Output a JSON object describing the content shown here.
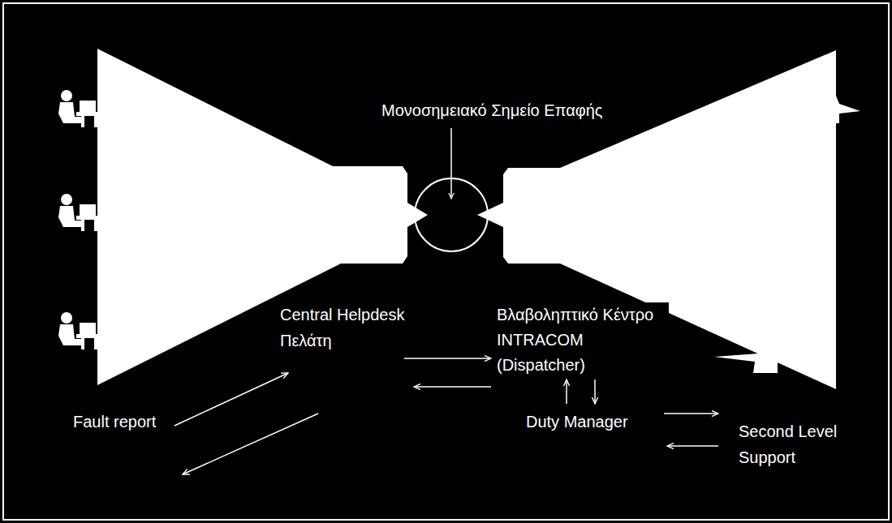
{
  "diagram": {
    "nodes": [
      {
        "text": [
          "Central Helpdesk Πελάτη"
        ]
      },
      {
        "text": [
          "Βλαβοληπτικό Κέντρο INTRACOM (Dispatcher)"
        ]
      },
      {
        "text": [
          "Fault report"
        ]
      },
      {
        "text": [
          "Duty Manager"
        ]
      },
      {
        "text": [
          "Second Level Support"
        ]
      }
    ],
    "edges": [
      {
        "from": 2,
        "to": 0,
        "arrow": "to"
      },
      {
        "from": 0,
        "to": 2,
        "arrow": "to"
      },
      {
        "from": 0,
        "to": 1,
        "arrow": "to"
      },
      {
        "from": 1,
        "to": 0,
        "arrow": "to"
      },
      {
        "from": 3,
        "to": 1,
        "arrow": "to"
      },
      {
        "from": 1,
        "to": 3,
        "arrow": "to"
      },
      {
        "from": 3,
        "to": 4,
        "arrow": "to"
      },
      {
        "from": 4,
        "to": 3,
        "arrow": "to"
      }
    ],
    "labels": [
      "Μονοσημειακό Σημείο Επαφής"
    ]
  }
}
